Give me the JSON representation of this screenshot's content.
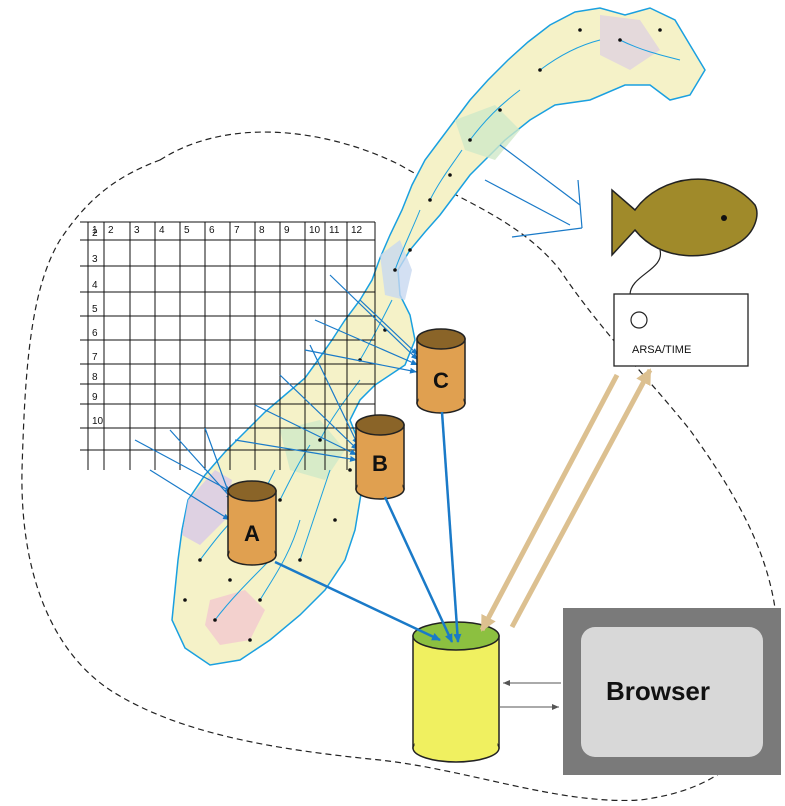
{
  "grid": {
    "column_labels": [
      "1",
      "2",
      "3",
      "4",
      "5",
      "6",
      "7",
      "8",
      "9",
      "10",
      "11",
      "12"
    ],
    "row_labels": [
      "2",
      "3",
      "4",
      "5",
      "6",
      "7",
      "8",
      "9",
      "10"
    ]
  },
  "databases": [
    {
      "letter": "A"
    },
    {
      "letter": "B"
    },
    {
      "letter": "C"
    }
  ],
  "sensor_box": {
    "label": "ARSA/TIME"
  },
  "browser": {
    "label": "Browser"
  },
  "colors": {
    "map_fill": "#f5f2c8",
    "river": "#1aa0e0",
    "regional_db": "#e0a050",
    "central_db_body": "#f0f060",
    "central_db_top": "#8cc040",
    "flow_arrow": "#1a7ac8",
    "fish": "#a08a2a",
    "tan_arrow": "#dcc090",
    "browser_frame": "#7a7a7a",
    "browser_screen": "#d8d8d8"
  }
}
